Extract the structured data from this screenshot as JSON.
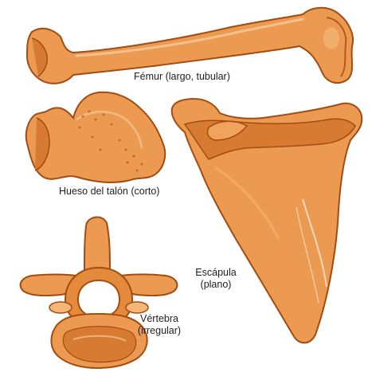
{
  "colors": {
    "bone_light": "#f0a35c",
    "bone_mid": "#e48a3c",
    "bone_dark": "#b55a1c",
    "outline": "#a24c12",
    "highlight": "#f7c99a",
    "background": "#ffffff"
  },
  "labels": {
    "femur": "Fémur (largo, tubular)",
    "heel_line1": "Hueso del talón (corto)",
    "scapula_line1": "Escápula",
    "scapula_line2": "(plano)",
    "vertebra_line1": "Vértebra",
    "vertebra_line2": "(irregular)"
  }
}
